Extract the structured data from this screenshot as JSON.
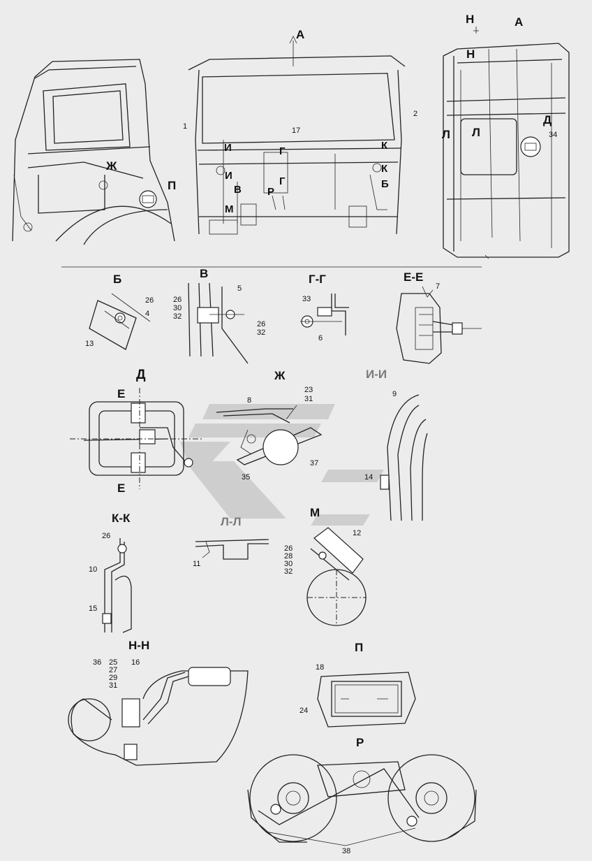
{
  "views": {
    "A_top": "A",
    "A_right": "A",
    "N_top": "Н",
    "N_mark": "Н",
    "L1": "Л",
    "L2": "Л",
    "D_mark": "Д",
    "Zh_mark": "Ж",
    "P_mark": "П",
    "I1": "И",
    "I2": "И",
    "G1": "Г",
    "G2": "Г",
    "K1": "К",
    "K2": "К",
    "B_mark": "Б",
    "V_mark": "В",
    "M_mark": "М",
    "R_mark": "Р"
  },
  "callouts_top": {
    "c1": "1",
    "c2": "2",
    "c17": "17",
    "c34": "34"
  },
  "sections": {
    "B": "Б",
    "V": "В",
    "GG": "Г-Г",
    "EE": "Е-Е",
    "D": "Д",
    "Zh": "Ж",
    "II": "И-И",
    "KK": "К-К",
    "LL": "Л-Л",
    "M": "М",
    "NN": "Н-Н",
    "P": "П",
    "R": "Р",
    "E_top": "Е",
    "E_bottom": "Е"
  },
  "callouts": {
    "b26": "26",
    "b4": "4",
    "b13": "13",
    "v5": "5",
    "v26a": "26",
    "v30": "30",
    "v32a": "32",
    "v26b": "26",
    "v32b": "32",
    "g33": "33",
    "g6": "6",
    "e7": "7",
    "zh8": "8",
    "zh23": "23",
    "zh31": "31",
    "zh37": "37",
    "zh35": "35",
    "i9": "9",
    "i14": "14",
    "k26": "26",
    "k10": "10",
    "k15": "15",
    "l11": "11",
    "m12": "12",
    "m26": "26",
    "m28": "28",
    "m30": "30",
    "m32": "32",
    "n36": "36",
    "n25": "25",
    "n27": "27",
    "n29": "29",
    "n31": "31",
    "n16": "16",
    "p18": "18",
    "p24": "24",
    "r38": "38"
  },
  "colors": {
    "background": "#ececec",
    "line": "#222222",
    "watermark": "#bdbdbd"
  }
}
